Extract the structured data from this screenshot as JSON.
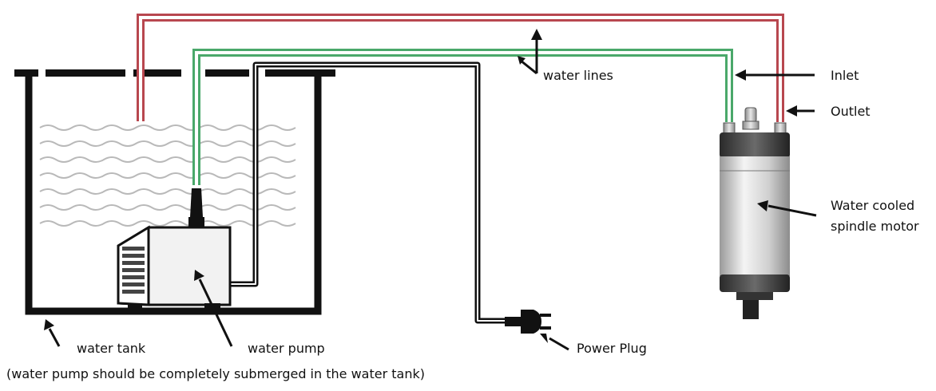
{
  "labels": {
    "water_lines": "water lines",
    "inlet": "Inlet",
    "outlet": "Outlet",
    "spindle_line1": "Water cooled",
    "spindle_line2": "spindle motor",
    "water_tank": "water tank",
    "water_pump": "water pump",
    "power_plug": "Power Plug",
    "note": "(water pump should be completely submerged in the water tank)"
  },
  "colors": {
    "outlet_line": "#b8474f",
    "inlet_line": "#4aa86a",
    "cable": "#111111",
    "tank_wall": "#111111",
    "water_waves": "#b9b9b9",
    "spindle_body": "#d6d6d6",
    "pump_body": "#f2f2f2"
  }
}
